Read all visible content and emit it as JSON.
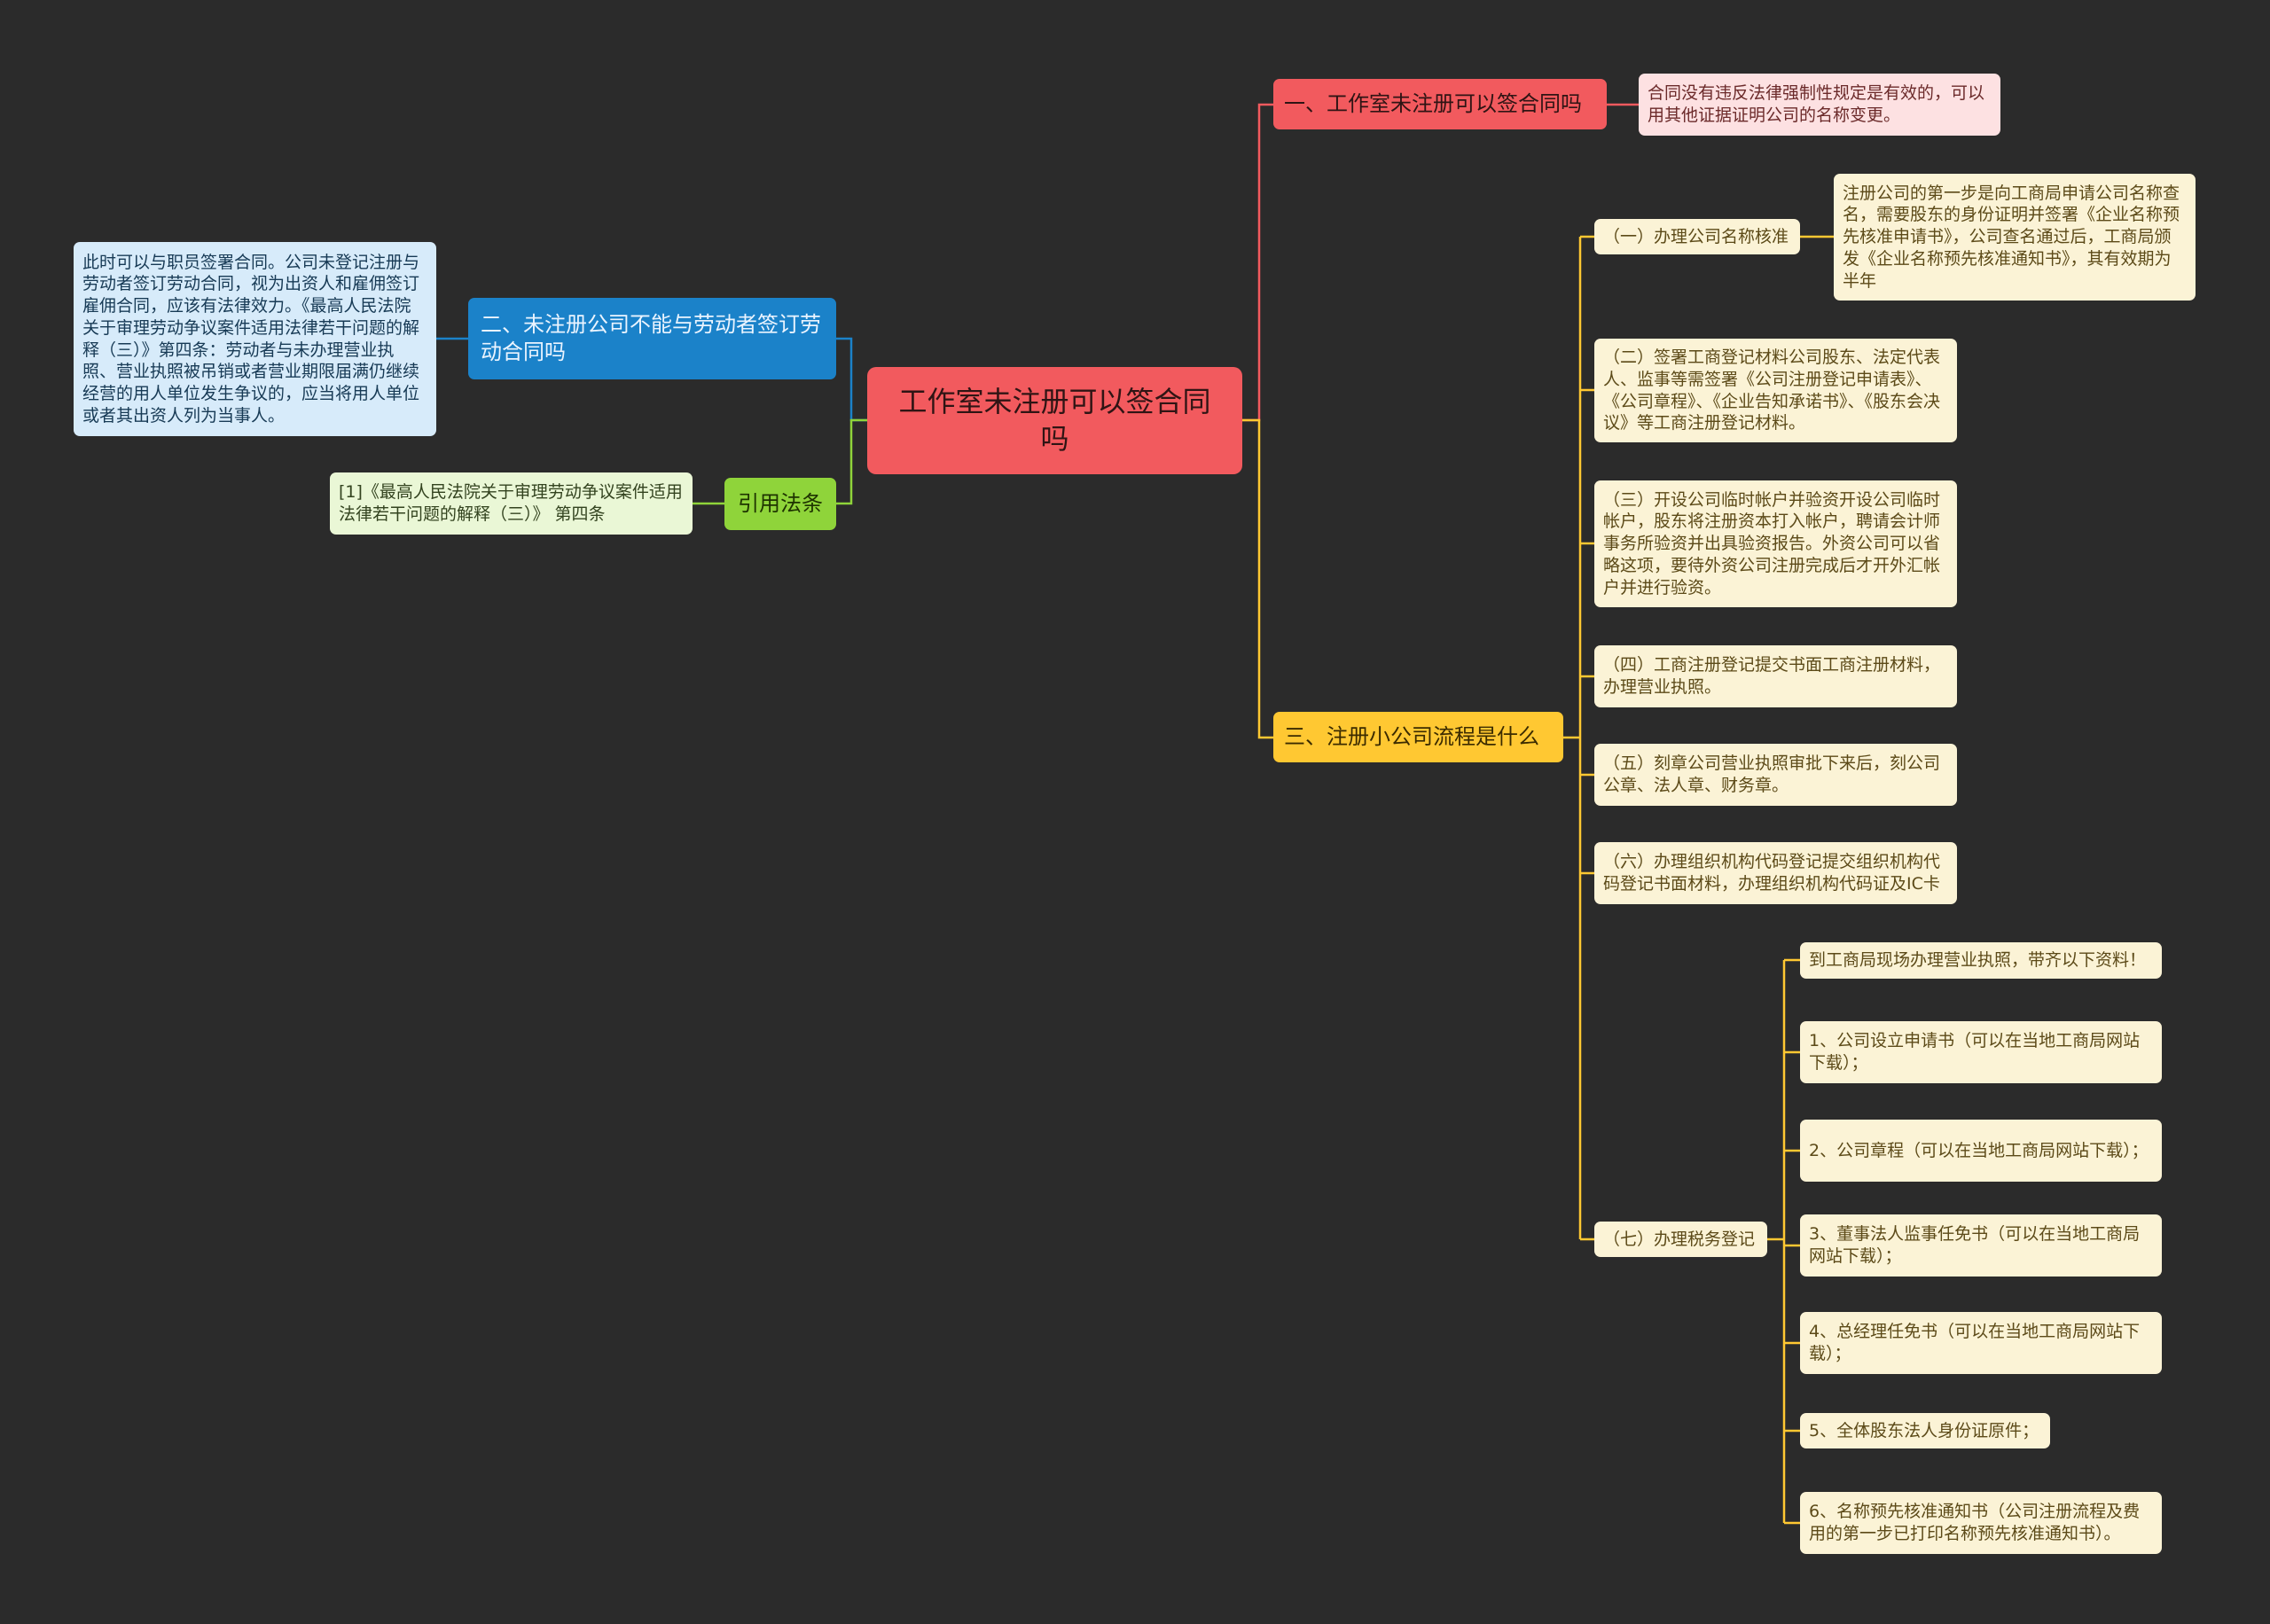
{
  "root": {
    "title": "工作室未注册可以签合同吗"
  },
  "branch1": {
    "title": "一、工作室未注册可以签合同吗",
    "detail": "合同没有违反法律强制性规定是有效的，可以用其他证据证明公司的名称变更。"
  },
  "branch2": {
    "title": "二、未注册公司不能与劳动者签订劳动合同吗",
    "detail": "此时可以与职员签署合同。公司未登记注册与劳动者签订劳动合同，视为出资人和雇佣签订雇佣合同，应该有法律效力。《最高人民法院关于审理劳动争议案件适用法律若干问题的解释（三）》第四条：劳动者与未办理营业执照、营业执照被吊销或者营业期限届满仍继续经营的用人单位发生争议的，应当将用人单位或者其出资人列为当事人。"
  },
  "branch3": {
    "title": "三、注册小公司流程是什么",
    "steps": [
      "（一）办理公司名称核准",
      "（二）签署工商登记材料公司股东、法定代表人、监事等需签署《公司注册登记申请表》、《公司章程》、《企业告知承诺书》、《股东会决议》等工商注册登记材料。",
      "（三）开设公司临时帐户并验资开设公司临时帐户，股东将注册资本打入帐户，聘请会计师事务所验资并出具验资报告。外资公司可以省略这项，要待外资公司注册完成后才开外汇帐户并进行验资。",
      "（四）工商注册登记提交书面工商注册材料，办理营业执照。",
      "（五）刻章公司营业执照审批下来后，刻公司公章、法人章、财务章。",
      "（六）办理组织机构代码登记提交组织机构代码登记书面材料，办理组织机构代码证及IC卡",
      "（七）办理税务登记"
    ],
    "step1_detail": "注册公司的第一步是向工商局申请公司名称查名，需要股东的身份证明并签署《企业名称预先核准申请书》，公司查名通过后，工商局颁发《企业名称预先核准通知书》，其有效期为半年",
    "step7_items": [
      "到工商局现场办理营业执照，带齐以下资料！",
      "1、公司设立申请书（可以在当地工商局网站下载）；",
      "2、公司章程（可以在当地工商局网站下载）；",
      "3、董事法人监事任免书（可以在当地工商局网站下载）；",
      "4、总经理任免书（可以在当地工商局网站下载）；",
      "5、全体股东法人身份证原件；",
      "6、名称预先核准通知书（公司注册流程及费用的第一步已打印名称预先核准通知书）。"
    ]
  },
  "branch4": {
    "title": "引用法条",
    "detail": "[1]《最高人民法院关于审理劳动争议案件适用法律若干问题的解释（三）》 第四条"
  },
  "colors": {
    "background": "#2b2b2b",
    "red": "#f25a5e",
    "blue": "#1b82c9",
    "yellow": "#ffc832",
    "green": "#8fd43a"
  }
}
